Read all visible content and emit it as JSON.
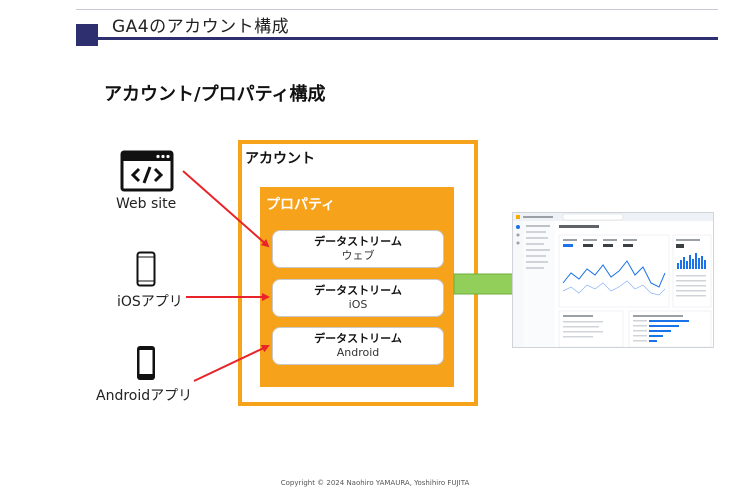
{
  "slide": {
    "title": "GA4のアカウント構成",
    "subtitle": "アカウント/プロパティ構成"
  },
  "devices": [
    {
      "label": "Web site",
      "icon": "browser-code-icon"
    },
    {
      "label": "iOSアプリ",
      "icon": "smartphone-outline-icon"
    },
    {
      "label": "Androidアプリ",
      "icon": "smartphone-filled-icon"
    }
  ],
  "account": {
    "label": "アカウント"
  },
  "property": {
    "label": "プロパティ"
  },
  "streams": [
    {
      "title": "データストリーム",
      "sub": "ウェブ"
    },
    {
      "title": "データストリーム",
      "sub": "iOS"
    },
    {
      "title": "データストリーム",
      "sub": "Android"
    }
  ],
  "colors": {
    "accent_navy": "#2e2f6e",
    "orange": "#f7a21b",
    "arrow_red": "#e8232a",
    "arrow_green": "#92cf5a"
  },
  "footer": "Copyright © 2024 Naohiro YAMAURA, Yoshihiro FUJITA"
}
